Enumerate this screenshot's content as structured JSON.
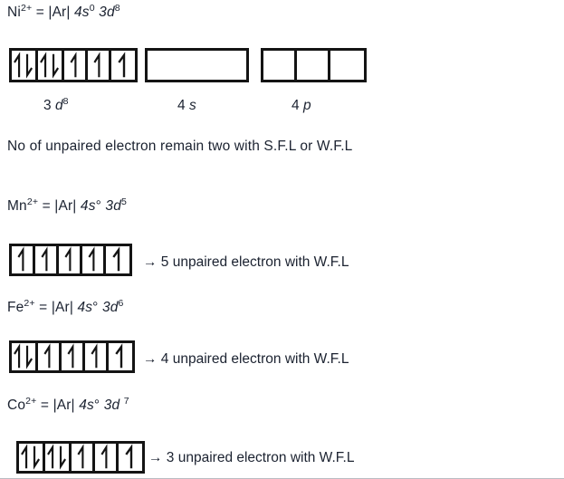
{
  "document": {
    "type": "chemistry-notes",
    "topic": "Electron configurations and orbital box diagrams of transition metal 2+ ions"
  },
  "lines": {
    "ni_config": {
      "element": "Ni",
      "charge": "2+",
      "equals": "=",
      "core": "|Ar|",
      "s_orbital": "4s",
      "s_superscript": "0",
      "d_orbital": "3d",
      "d_superscript": "8"
    },
    "note": "No of unpaired electron remain two with S.F.L or W.F.L",
    "mn_config": {
      "element": "Mn",
      "charge": "2+",
      "equals": "=",
      "core": "|Ar|",
      "s_orbital": "4s",
      "s_superscript": "°",
      "d_orbital": "3d",
      "d_superscript": "5"
    },
    "fe_config": {
      "element": "Fe",
      "charge": "2+",
      "equals": "=",
      "core": "|Ar|",
      "s_orbital": "4s",
      "s_superscript": "°",
      "d_orbital": "3d",
      "d_superscript": "6"
    },
    "co_config": {
      "element": "Co",
      "charge": "2+",
      "equals": "=",
      "core": "|Ar|",
      "s_orbital": "4s",
      "s_superscript": "°",
      "d_orbital": "3d",
      "d_superscript": "7"
    }
  },
  "sublabels": {
    "d_shell": {
      "n": "3",
      "orbital": "d",
      "superscript": "8"
    },
    "s_shell": {
      "n": "4",
      "orbital": "s"
    },
    "p_shell": {
      "n": "4",
      "orbital": "p"
    }
  },
  "results": {
    "mn": "→  5 unpaired electron with W.F.L",
    "fe": "→  4 unpaired electron with W.F.L",
    "co": "→ 3 unpaired electron with W.F.L"
  },
  "chart_data": {
    "type": "table",
    "title": "Orbital box (electron configuration) diagrams",
    "xlabel": "",
    "ylabel": "",
    "diagrams": [
      {
        "ion": "Ni2+",
        "shell": "3d8",
        "cells": 5,
        "occupancy": [
          "pair",
          "pair",
          "up",
          "up",
          "up"
        ],
        "unpaired": 2,
        "field": "S.F.L or W.F.L"
      },
      {
        "ion": "Ni2+",
        "shell": "4s",
        "cells": 1,
        "occupancy": [
          "empty"
        ],
        "unpaired": 0,
        "field": ""
      },
      {
        "ion": "Ni2+",
        "shell": "4p",
        "cells": 3,
        "occupancy": [
          "empty",
          "empty",
          "empty"
        ],
        "unpaired": 0,
        "field": ""
      },
      {
        "ion": "Mn2+",
        "shell": "3d5",
        "cells": 5,
        "occupancy": [
          "up",
          "up",
          "up",
          "up",
          "up"
        ],
        "unpaired": 5,
        "field": "W.F.L"
      },
      {
        "ion": "Fe2+",
        "shell": "3d6",
        "cells": 5,
        "occupancy": [
          "pair",
          "up",
          "up",
          "up",
          "up"
        ],
        "unpaired": 4,
        "field": "W.F.L"
      },
      {
        "ion": "Co2+",
        "shell": "3d7",
        "cells": 5,
        "occupancy": [
          "pair",
          "pair",
          "up",
          "up",
          "up"
        ],
        "unpaired": 3,
        "field": "W.F.L"
      }
    ]
  },
  "colors": {
    "text": "#1b2230",
    "box_border": "#141414",
    "background": "#ffffff",
    "rule": "#b9bcc2"
  }
}
